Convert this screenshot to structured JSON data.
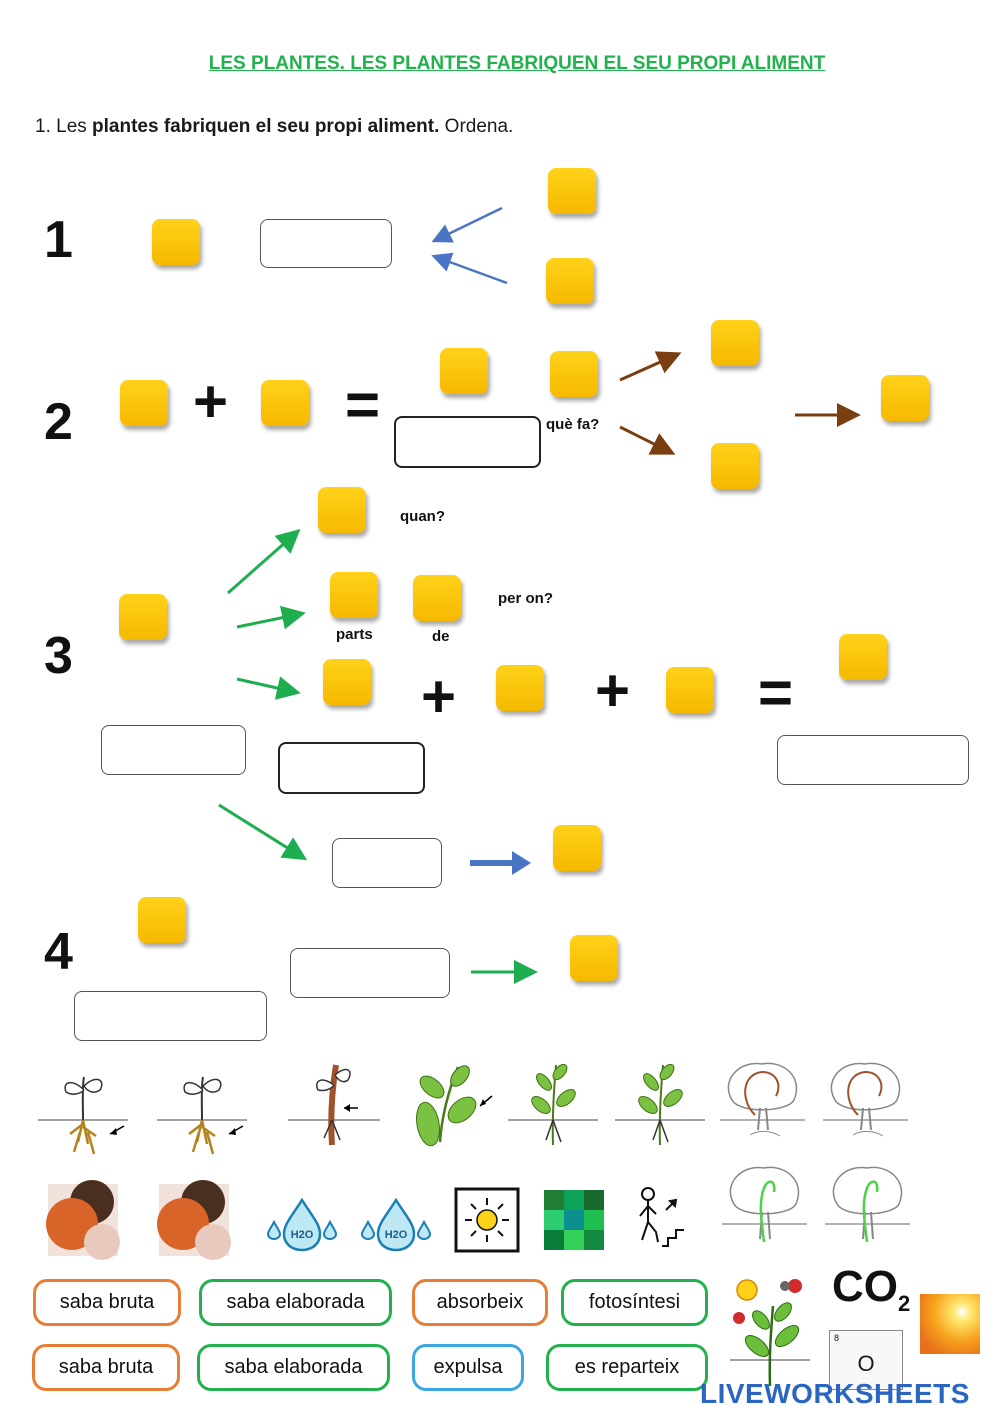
{
  "title": "LES PLANTES. LES PLANTES FABRIQUEN EL SEU PROPI ALIMENT",
  "instruction": {
    "prefix": "1. Les ",
    "bold": "plantes fabriquen el seu propi aliment.",
    "suffix": " Ordena."
  },
  "steps": [
    "1",
    "2",
    "3",
    "4"
  ],
  "symbols": {
    "plus": "+",
    "equals": "="
  },
  "labels": {
    "que_fa": "què fa?",
    "quan": "quan?",
    "per_on": "per on?",
    "parts": "parts",
    "de": "de"
  },
  "word_chips": [
    {
      "text": "saba bruta",
      "color": "#e87d35"
    },
    {
      "text": "saba elaborada",
      "color": "#22b14c"
    },
    {
      "text": "absorbeix",
      "color": "#e87d35"
    },
    {
      "text": "fotosíntesi",
      "color": "#22b14c"
    },
    {
      "text": "saba bruta",
      "color": "#e87d35"
    },
    {
      "text": "saba elaborada",
      "color": "#22b14c"
    },
    {
      "text": "expulsa",
      "color": "#3aa7e0"
    },
    {
      "text": "es reparteix",
      "color": "#22b14c"
    }
  ],
  "chemistry": {
    "co2_main": "CO",
    "co2_sub": "2",
    "oxygen_number": "8",
    "oxygen_symbol": "O"
  },
  "branding": {
    "logo": "LIVEWORKSHEETS"
  },
  "icons": [
    "plant-root-icon",
    "plant-stem-icon",
    "leaf-icon",
    "tree-sap-icon",
    "soil-minerals-icon",
    "water-h2o-icon",
    "sun-icon",
    "chlorophyll-icon",
    "climbing-person-icon",
    "photosynthesis-plant-icon",
    "sun-glow-icon"
  ],
  "colors": {
    "title": "#22b14c",
    "drop_target": "#f6b800",
    "arrow_blue": "#4a74c4",
    "arrow_brown": "#7a3f10",
    "arrow_green": "#1fae4f"
  }
}
